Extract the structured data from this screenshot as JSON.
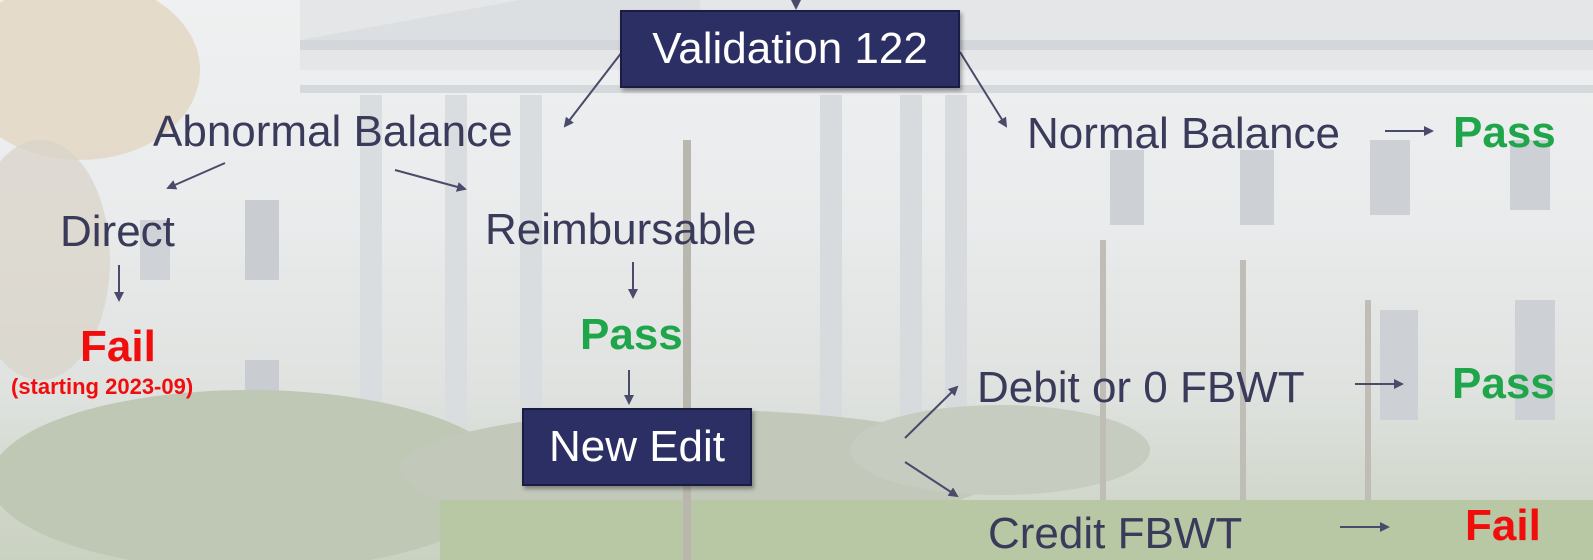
{
  "diagram": {
    "root": "Validation 122",
    "abnormal_balance": "Abnormal Balance",
    "normal_balance": "Normal Balance",
    "normal_result": "Pass",
    "direct": "Direct",
    "direct_result": "Fail",
    "direct_note": "(starting 2023-09)",
    "reimbursable": "Reimbursable",
    "reimbursable_result": "Pass",
    "new_edit": "New Edit",
    "debit": "Debit or 0 FBWT",
    "debit_result": "Pass",
    "credit": "Credit FBWT",
    "credit_result": "Fail"
  },
  "colors": {
    "box_fill": "#2c2f63",
    "text_dark": "#3a3a5a",
    "pass": "#1fa64a",
    "fail": "#f20d0d",
    "arrow": "#4a4a6a"
  }
}
